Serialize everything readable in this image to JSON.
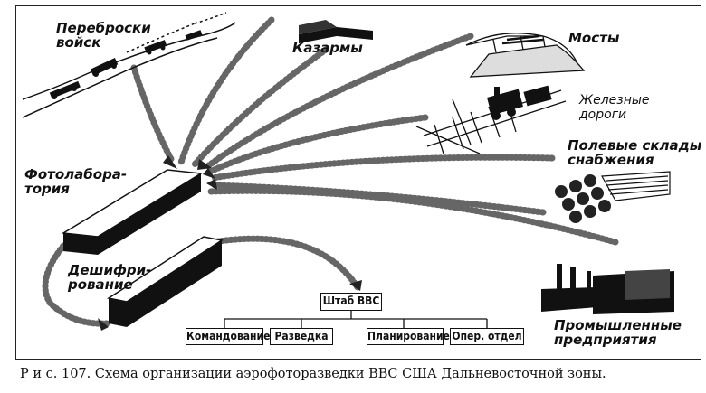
{
  "labels": {
    "troops": "Переброски\nвойск",
    "barracks": "Казармы",
    "bridges": "Мосты",
    "railways": "Железные\nдороги",
    "depots": "Полевые склады\nснабжения",
    "photolab": "Фотолабора-\nтория",
    "decoding": "Дешифри-\nрование",
    "industry": "Промышленные\nпредприятия"
  },
  "hq": {
    "title": "Штаб ВВС",
    "departments": [
      "Командование",
      "Разведка",
      "Планирование",
      "Опер. отдел"
    ]
  },
  "caption": "Р и с. 107. Схема организации аэрофоторазведки ВВС США Дальневосточной зоны."
}
